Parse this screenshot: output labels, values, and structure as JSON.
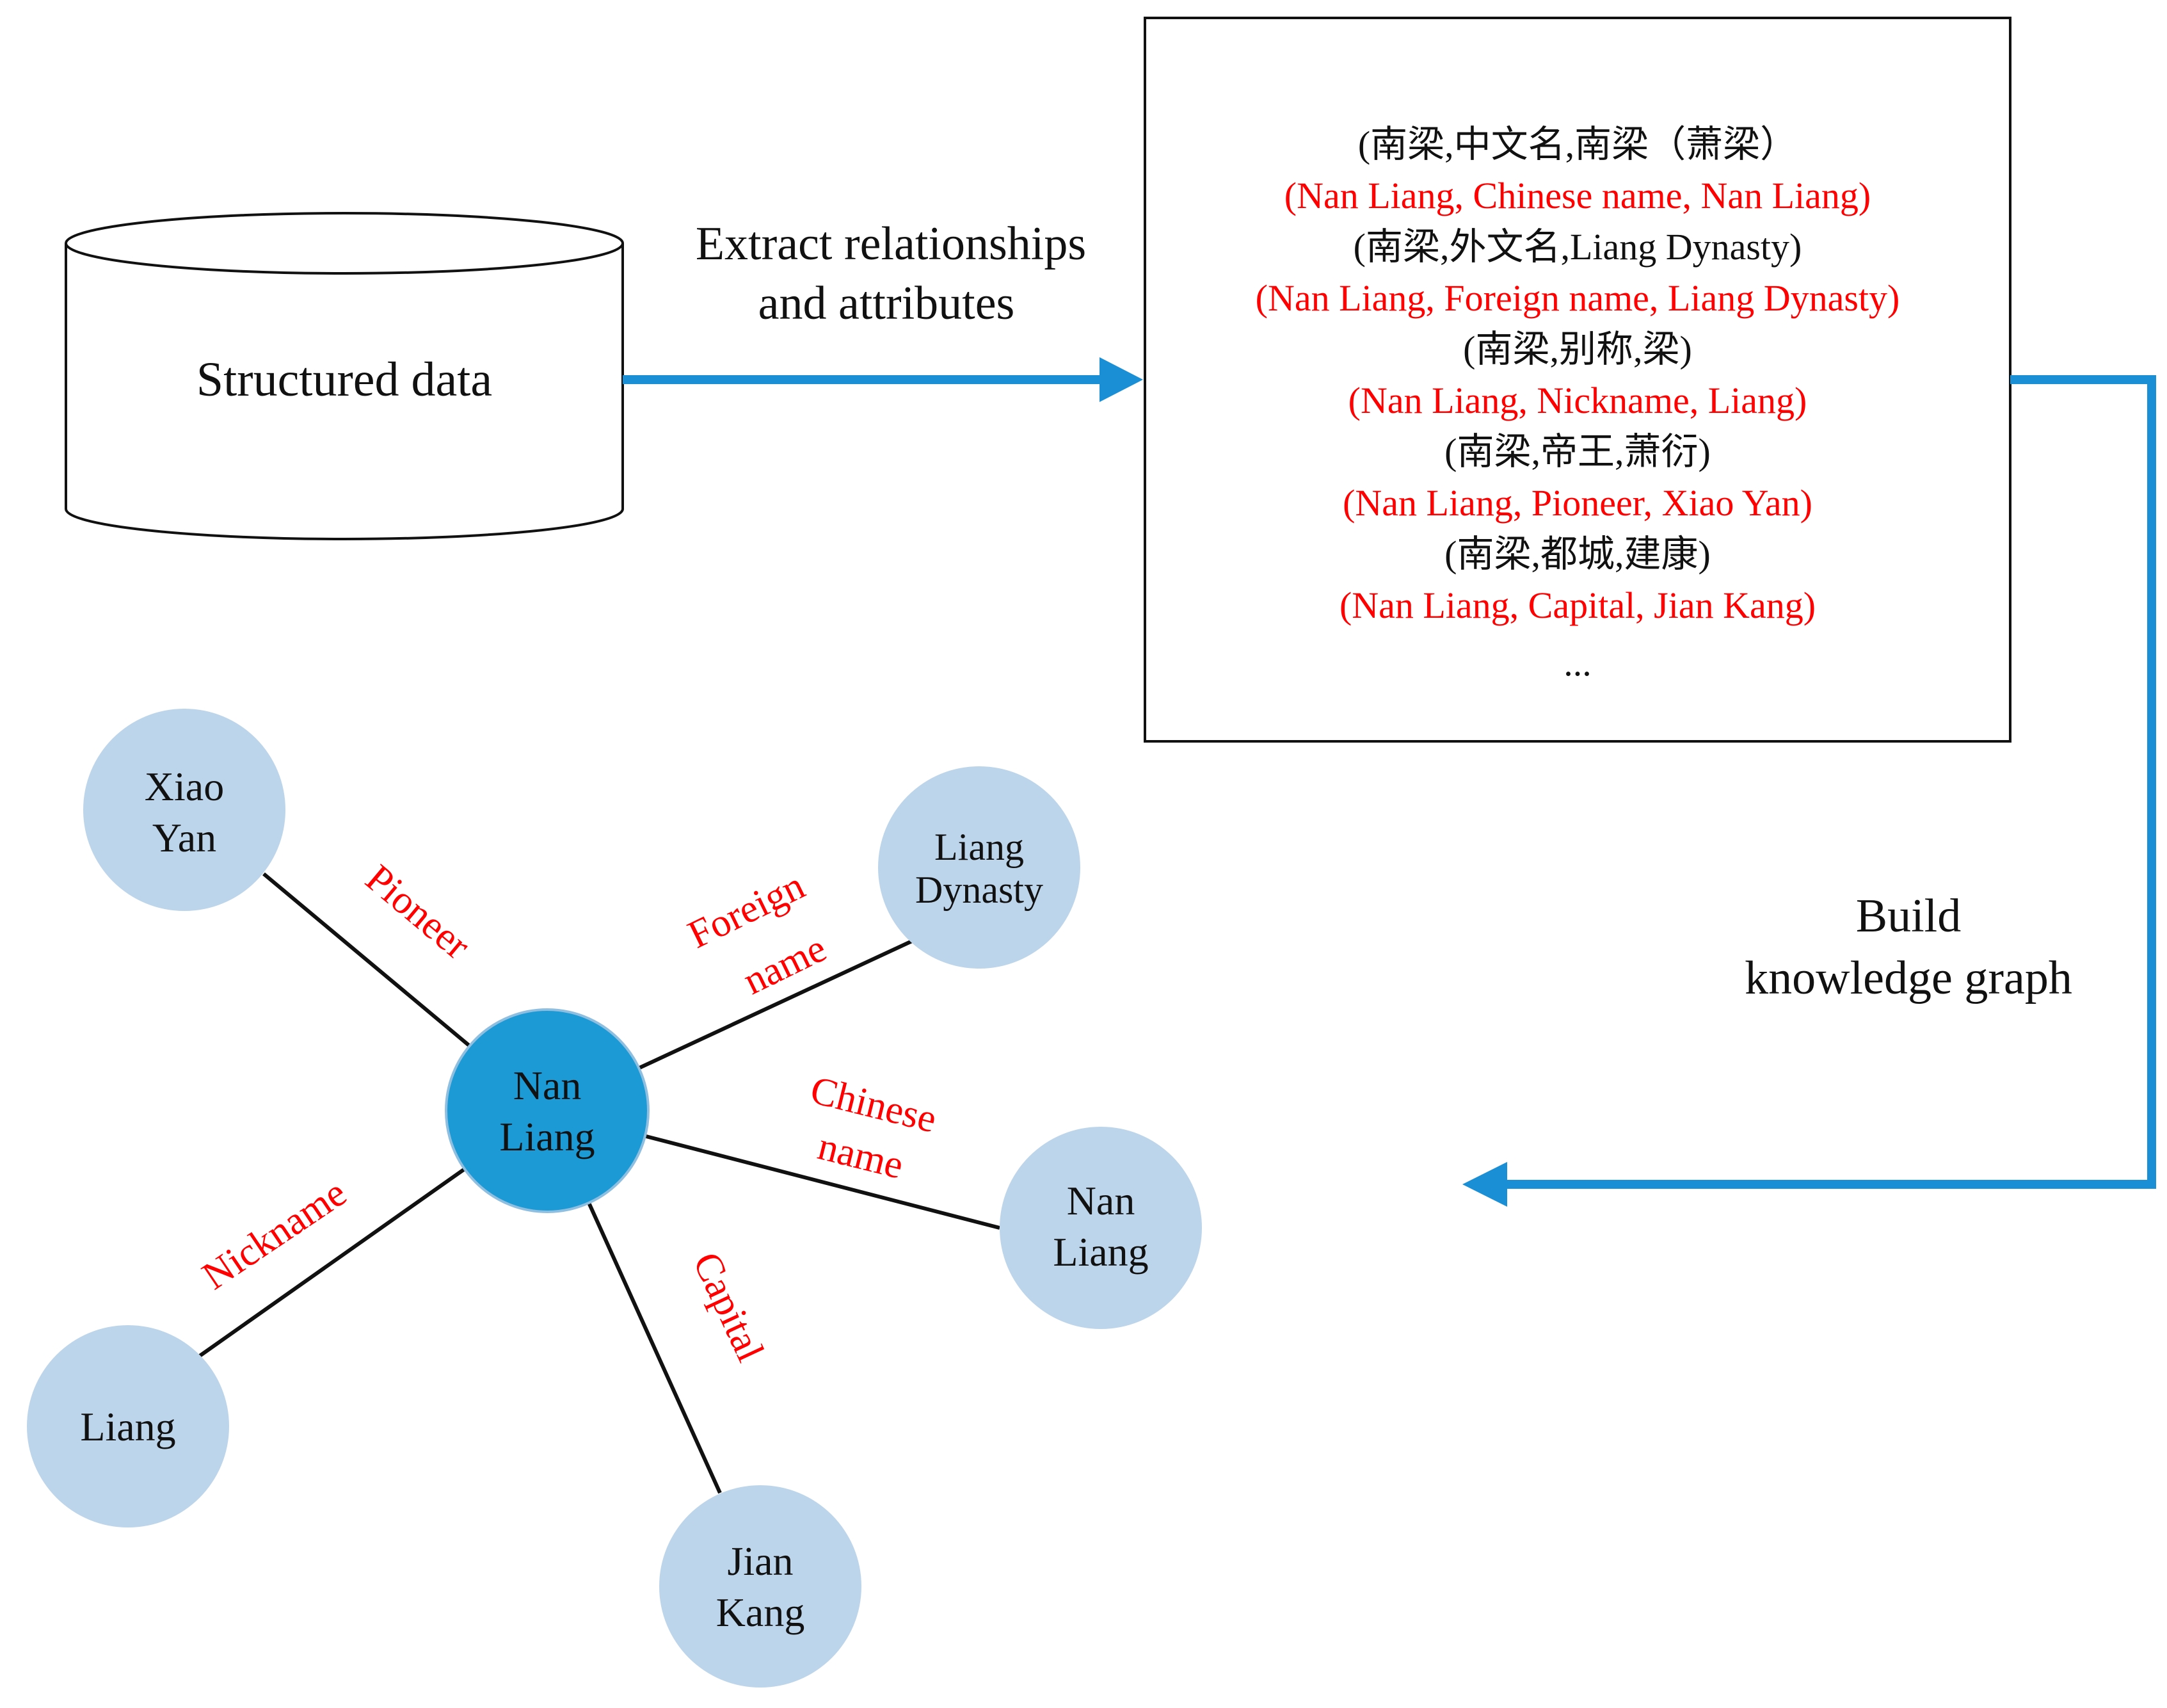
{
  "colors": {
    "arrow": "#1b8fd6",
    "center_node": "#1b9ad6",
    "outer_node": "#bcd5ea",
    "edge_label": "#ff0000",
    "text": "#111111"
  },
  "source": {
    "label": "Structured data"
  },
  "extract_arrow": {
    "label_line1": "Extract relationships",
    "label_line2": "and attributes"
  },
  "build_arrow": {
    "label_line1": "Build",
    "label_line2": "knowledge graph"
  },
  "triples": [
    {
      "text": "(南梁,中文名,南梁（萧梁）",
      "highlight": false
    },
    {
      "text": "(Nan Liang, Chinese name, Nan Liang)",
      "highlight": true
    },
    {
      "text": "(南梁,外文名,Liang Dynasty)",
      "highlight": false
    },
    {
      "text": "(Nan Liang, Foreign name, Liang Dynasty)",
      "highlight": true
    },
    {
      "text": "(南梁,别称,梁)",
      "highlight": false
    },
    {
      "text": "(Nan Liang, Nickname, Liang)",
      "highlight": true
    },
    {
      "text": "(南梁,帝王,萧衍)",
      "highlight": false
    },
    {
      "text": "(Nan Liang, Pioneer, Xiao Yan)",
      "highlight": true
    },
    {
      "text": "(南梁,都城,建康)",
      "highlight": false
    },
    {
      "text": "(Nan Liang, Capital, Jian Kang)",
      "highlight": true
    },
    {
      "text": "...",
      "highlight": false
    }
  ],
  "graph": {
    "center": {
      "line1": "Nan",
      "line2": "Liang"
    },
    "nodes": [
      {
        "id": "xiao-yan",
        "line1": "Xiao",
        "line2": "Yan",
        "relation": [
          "Pioneer"
        ]
      },
      {
        "id": "liang-dynasty",
        "line1": "Liang",
        "line2": "Dynasty",
        "relation": [
          "Foreign",
          "name"
        ]
      },
      {
        "id": "nan-liang",
        "line1": "Nan",
        "line2": "Liang",
        "relation": [
          "Chinese",
          "name"
        ]
      },
      {
        "id": "liang",
        "line1": "Liang",
        "line2": "",
        "relation": [
          "Nickname"
        ]
      },
      {
        "id": "jian-kang",
        "line1": "Jian",
        "line2": "Kang",
        "relation": [
          "Capital"
        ]
      }
    ]
  }
}
